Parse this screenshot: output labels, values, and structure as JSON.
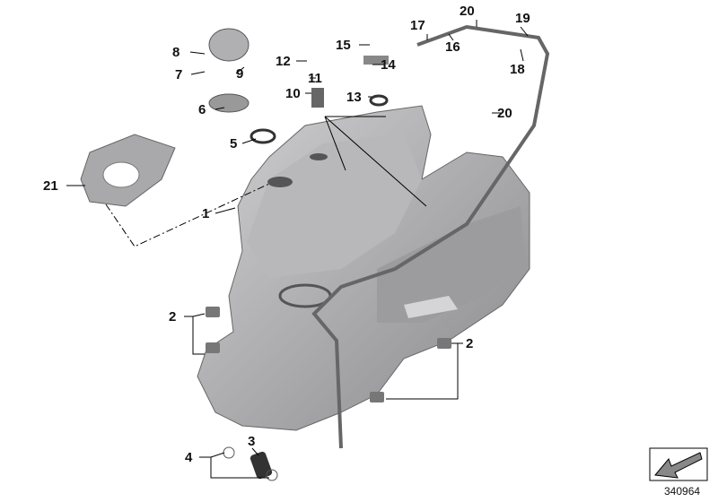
{
  "labels": {
    "p1": "1",
    "p2a": "2",
    "p2b": "2",
    "p3": "3",
    "p4": "4",
    "p5": "5",
    "p6": "6",
    "p7": "7",
    "p8": "8",
    "p9": "9",
    "p10": "10",
    "p11": "11",
    "p12": "12",
    "p13": "13",
    "p14": "14",
    "p15": "15",
    "p16": "16",
    "p17": "17",
    "p18": "18",
    "p19": "19",
    "p20a": "20",
    "p20b": "20",
    "p21": "21"
  },
  "doc_number": "340964",
  "colors": {
    "part": "#a9a9ab",
    "part_dark": "#7e7e80",
    "part_light": "#cfcfd1",
    "line": "#000000"
  }
}
